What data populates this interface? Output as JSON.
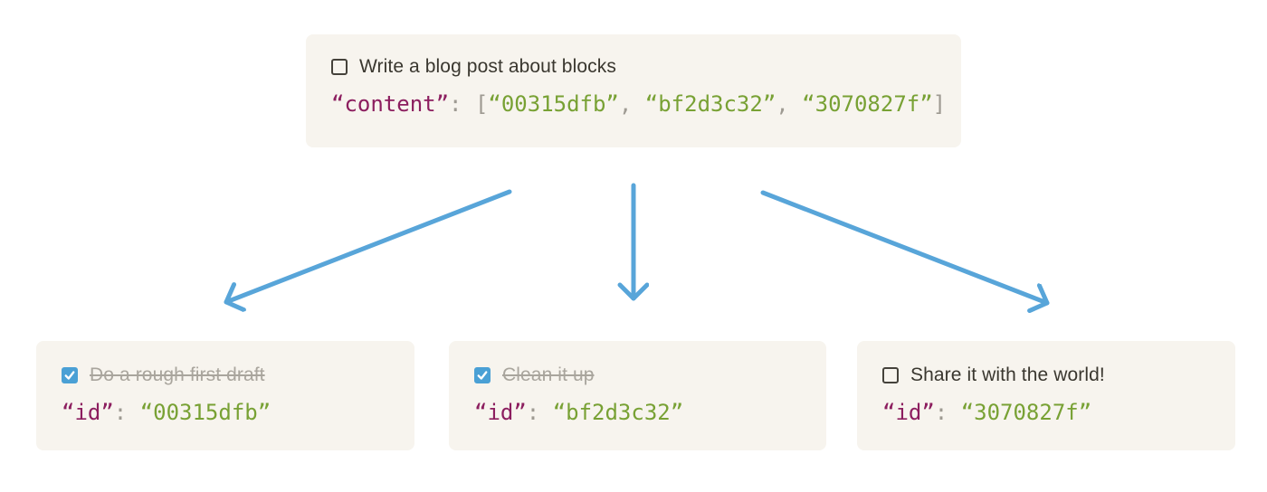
{
  "colors": {
    "card_background": "#f7f4ee",
    "text_dark": "#3a372f",
    "text_muted": "#a9a59d",
    "code_key": "#8c1e5f",
    "code_string": "#78a134",
    "code_punct": "#9e9a92",
    "arrow_blue": "#58a5d9",
    "checkbox_blue": "#4aa0d5"
  },
  "parent": {
    "todo": {
      "label": "Write a blog post about blocks",
      "checked": false
    },
    "code": {
      "key": "“content”",
      "colon": ":",
      "bracket_open": "[",
      "comma": ",",
      "bracket_close": "]",
      "values": [
        "“00315dfb”",
        "“bf2d3c32”",
        "“3070827f”"
      ]
    }
  },
  "children": [
    {
      "todo": {
        "label": "Do a rough first draft",
        "checked": true
      },
      "code": {
        "key": "“id”",
        "colon": ":",
        "value": "“00315dfb”"
      }
    },
    {
      "todo": {
        "label": "Clean it up",
        "checked": true
      },
      "code": {
        "key": "“id”",
        "colon": ":",
        "value": "“bf2d3c32”"
      }
    },
    {
      "todo": {
        "label": "Share it with the world!",
        "checked": false
      },
      "code": {
        "key": "“id”",
        "colon": ":",
        "value": "“3070827f”"
      }
    }
  ]
}
